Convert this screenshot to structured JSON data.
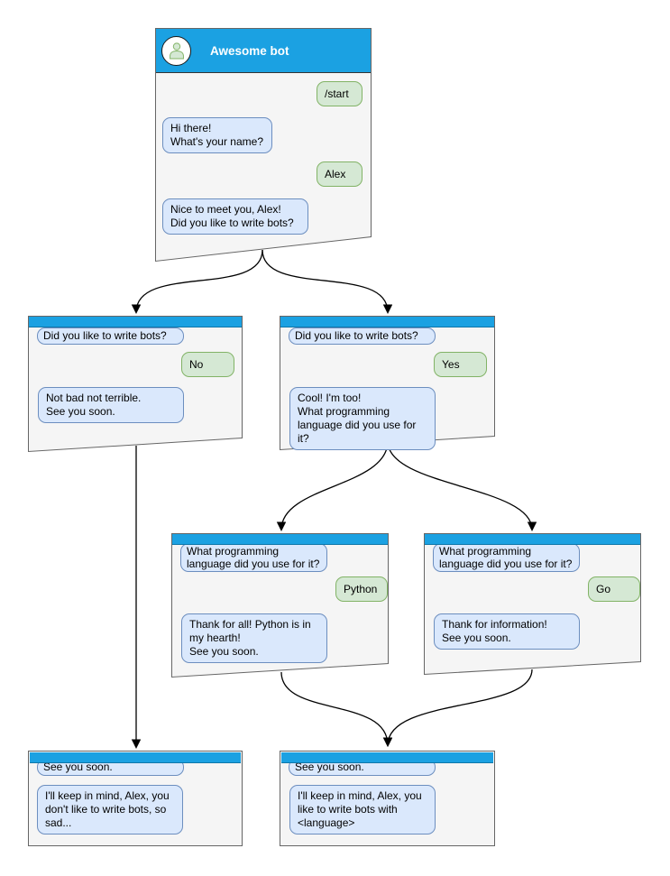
{
  "colors": {
    "header_blue": "#1ba1e2",
    "bot_fill": "#dae8fc",
    "bot_border": "#6c8ebf",
    "user_fill": "#d5e8d4",
    "user_border": "#82b366",
    "window_fill": "#f5f5f5",
    "window_border": "#666666",
    "arrow_color": "#000000"
  },
  "root": {
    "title": "Awesome bot",
    "messages": {
      "start": "/start",
      "greeting": "Hi there!\nWhat's your name?",
      "name_reply": "Alex",
      "ask": "Nice to meet you, Alex!\nDid you like to write bots?"
    }
  },
  "no_branch": {
    "echo": "Did you like to write bots?",
    "answer": "No",
    "reply": "Not bad not terrible.\nSee you soon."
  },
  "yes_branch": {
    "echo": "Did you like to write bots?",
    "answer": "Yes",
    "reply": "Cool! I'm too!\nWhat programming\nlanguage did you use for it?"
  },
  "python_branch": {
    "echo": "What programming\nlanguage did you use for it?",
    "answer": "Python",
    "reply": "Thank for all! Python is in\nmy hearth!\nSee you soon."
  },
  "go_branch": {
    "echo": "What programming\nlanguage did you use for it?",
    "answer": "Go",
    "reply": "Thank for information!\nSee you soon."
  },
  "end_no": {
    "echo": "See you soon.",
    "reply": "I'll keep in mind, Alex, you\ndon't like to write bots, so\nsad..."
  },
  "end_yes": {
    "echo": "See you soon.",
    "reply": "I'll keep in mind, Alex, you\nlike to write bots with\n<language>"
  }
}
